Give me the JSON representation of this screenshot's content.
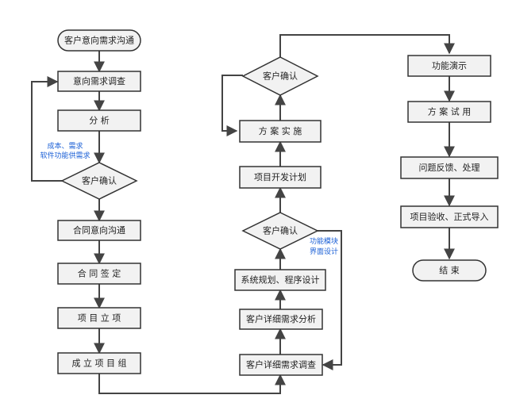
{
  "flow": {
    "left": {
      "start": "客户意向需求沟通",
      "survey": "意向需求调查",
      "analysis": "分 析",
      "confirm": "客户确认",
      "contract_talk": "合同意向沟通",
      "sign": "合 同 签 定",
      "setup": "项 目 立 项",
      "team": "成 立 项 目 组"
    },
    "middle": {
      "confirm_top": "客户确认",
      "implement": "方 案 实 施",
      "dev_plan": "项目开发计划",
      "confirm_mid": "客户确认",
      "system_plan": "系统规划、程序设计",
      "detail_analysis": "客户详细需求分析",
      "detail_survey": "客户详细需求调查"
    },
    "right": {
      "demo": "功能演示",
      "trial": "方 案 试 用",
      "feedback": "问题反馈、处理",
      "acceptance": "项目验收、正式导入",
      "end": "结 束"
    }
  },
  "notes": {
    "left_line1": "成本、需求",
    "left_line2": "软件功能供需求",
    "mid_line1": "功能模块",
    "mid_line2": "界面设计"
  },
  "colors": {
    "box_fill": "#f2f2f2",
    "box_stroke": "#333333",
    "line": "#444444",
    "note": "#1a5fd6"
  }
}
